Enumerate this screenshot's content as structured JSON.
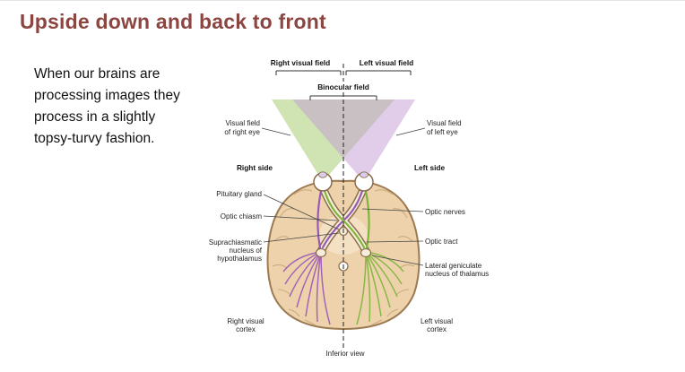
{
  "slide": {
    "title": "Upside down and back to front",
    "body_lines": [
      "When our brains are",
      "processing images they",
      "process in a slightly",
      "topsy-turvy fashion."
    ]
  },
  "diagram": {
    "top": {
      "right_visual_field": "Right visual field",
      "left_visual_field": "Left visual field",
      "binocular_field": "Binocular field"
    },
    "eye_fields": {
      "right_eye": [
        "Visual field",
        "of right eye"
      ],
      "left_eye": [
        "Visual field",
        "of left eye"
      ]
    },
    "sides": {
      "right": "Right side",
      "left": "Left side"
    },
    "left_labels": {
      "pituitary": "Pituitary gland",
      "optic_chiasm": "Optic chiasm",
      "scn": [
        "Suprachiasmatic",
        "nucleus of",
        "hypothalamus"
      ]
    },
    "right_labels": {
      "optic_nerves": "Optic nerves",
      "optic_tract": "Optic tract",
      "lgn": [
        "Lateral geniculate",
        "nucleus of thalamus"
      ]
    },
    "bottom": {
      "right_cortex": [
        "Right visual",
        "cortex"
      ],
      "left_cortex": [
        "Left visual",
        "cortex"
      ],
      "inferior_view": "Inferior view"
    },
    "colors": {
      "title_color": "#8B4641",
      "right_field_green": "#A8CE72",
      "left_field_purple": "#C49BD6",
      "green_pathway": "#7FB53C",
      "purple_pathway": "#9B59B6",
      "brain_fill": "#EDD2AC",
      "brain_outline": "#9C7A52"
    }
  }
}
